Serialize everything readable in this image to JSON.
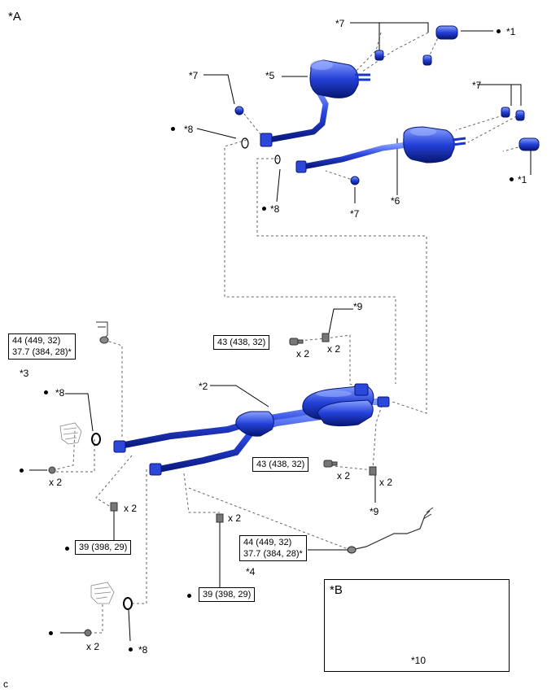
{
  "view_a": {
    "label": "*A"
  },
  "view_b": {
    "label": "*B"
  },
  "corner_code": "c",
  "callouts": {
    "c1_top": "*1",
    "c1_right": "*1",
    "c2": "*2",
    "c3": "*3",
    "c4": "*4",
    "c5": "*5",
    "c6": "*6",
    "c7_top": "*7",
    "c7_left": "*7",
    "c7_right": "*7",
    "c7_bottom": "*7",
    "c8_upper": "*8",
    "c8_mid": "*8",
    "c8_left": "*8",
    "c8_bottom": "*8",
    "c9_top": "*9",
    "c9_right": "*9",
    "c10": "*10"
  },
  "torque": {
    "sensor_front_line1": "44 (449, 32)",
    "sensor_front_line2": "37.7 (384, 28)*",
    "sensor_rear_line1": "44 (449, 32)",
    "sensor_rear_line2": "37.7 (384, 28)*",
    "bolt_upper": "43 (438, 32)",
    "bolt_lower": "43 (438, 32)",
    "nut_left": "39 (398, 29)",
    "nut_center": "39 (398, 29)"
  },
  "quantities": {
    "q_upper_a": "x 2",
    "q_upper_b": "x 2",
    "q_lower_a": "x 2",
    "q_lower_b": "x 2",
    "q_left_nut": "x 2",
    "q_left_stud": "x 2",
    "q_center_stud": "x 2",
    "q_bottom_nut": "x 2"
  },
  "colors": {
    "pipe": "#1f3fd6",
    "pipe_dark": "#0b1f8c",
    "pipe_light": "#6f8bff",
    "guide": "#666666"
  }
}
